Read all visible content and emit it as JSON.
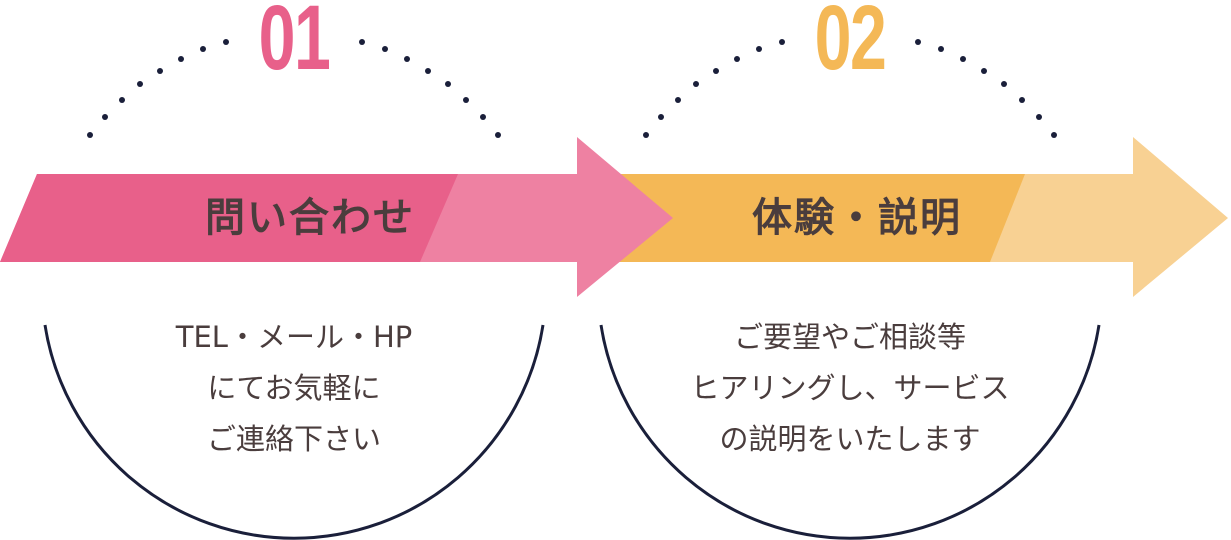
{
  "steps": [
    {
      "number": "01",
      "title": "問い合わせ",
      "lines": [
        "TEL・メール・HP",
        "にてお気軽に",
        "ご連絡下さい"
      ],
      "color": "#e8608a",
      "light": "#ee81a2"
    },
    {
      "number": "02",
      "title": "体験・説明",
      "lines": [
        "ご要望やご相談等",
        "ヒアリングし、サービス",
        "の説明をいたします"
      ],
      "color": "#f4b856",
      "light": "#f8d193"
    }
  ],
  "colors": {
    "text": "#4a3d3d",
    "line": "#1a1f3a"
  }
}
